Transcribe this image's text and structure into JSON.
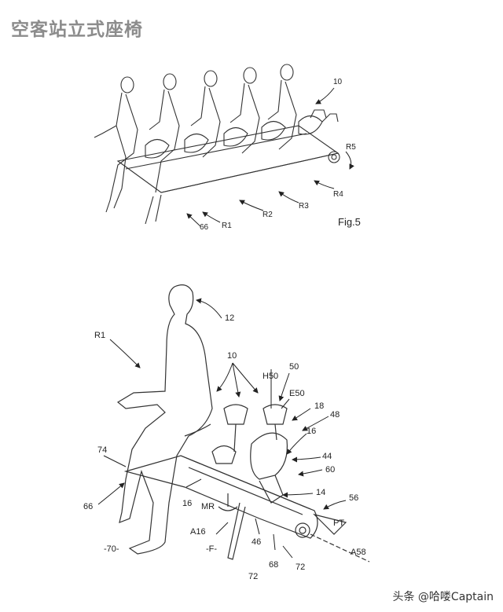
{
  "title": "空客站立式座椅",
  "figure_top": {
    "fig_label": "Fig.5",
    "labels": {
      "ref_10": "10",
      "r1": "R1",
      "r2": "R2",
      "r3": "R3",
      "r4": "R4",
      "r5": "R5",
      "ref_66": "66"
    }
  },
  "figure_bottom": {
    "labels": {
      "ref_12": "12",
      "r1": "R1",
      "ref_10": "10",
      "h50": "H50",
      "ref_50": "50",
      "e50": "E50",
      "ref_18": "18",
      "ref_48": "48",
      "ref_16a": "16",
      "ref_44": "44",
      "ref_60": "60",
      "ref_14": "14",
      "ref_56": "56",
      "pt": "PT",
      "ref_74": "74",
      "ref_66": "66",
      "ref_16b": "16",
      "mr": "MR",
      "a16": "A16",
      "ref_70": "-70-",
      "f": "-F-",
      "ref_46": "46",
      "ref_68": "68",
      "ref_72a": "72",
      "ref_72b": "72",
      "a58": "A58"
    }
  },
  "watermark": "头条 @哈喽Captain"
}
